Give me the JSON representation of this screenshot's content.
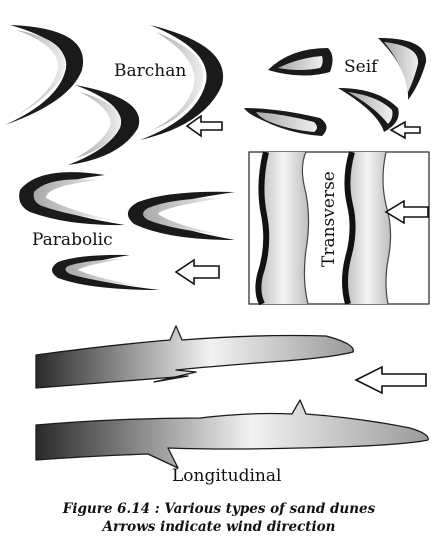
{
  "labels": {
    "barchan": "Barchan",
    "seif": "Seif",
    "parabolic": "Parabolic",
    "transverse": "Transverse",
    "longitudinal": "Longitudinal"
  },
  "caption": {
    "line1": "Figure 6.14 : Various types of sand dunes",
    "line2": "Arrows indicate wind direction"
  },
  "colors": {
    "dune_dark": "#1a1a1a",
    "dune_light": "#d9d9d9",
    "ink": "#111111"
  }
}
